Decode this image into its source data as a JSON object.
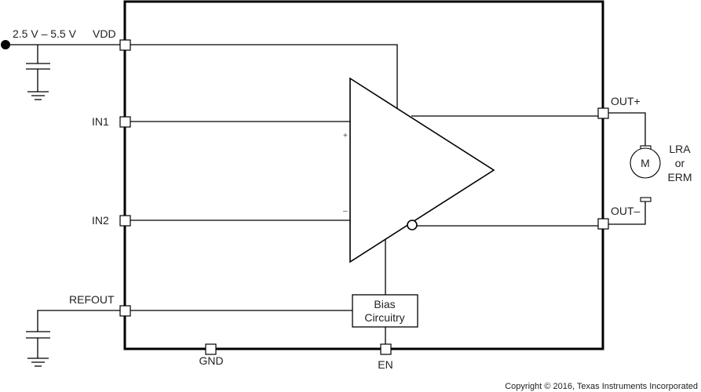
{
  "supply": {
    "voltage_range": "2.5 V – 5.5 V"
  },
  "pins": {
    "vdd": "VDD",
    "in1": "IN1",
    "in2": "IN2",
    "refout": "REFOUT",
    "gnd": "GND",
    "en": "EN",
    "out_plus": "OUT+",
    "out_minus": "OUT–"
  },
  "amplifier": {
    "plus_sign": "+",
    "minus_sign": "–"
  },
  "bias_block": {
    "line1": "Bias",
    "line2": "Circuitry"
  },
  "motor": {
    "symbol": "M",
    "label_line1": "LRA",
    "label_line2": "or",
    "label_line3": "ERM"
  },
  "footer": {
    "copyright": "Copyright © 2016, Texas Instruments Incorporated"
  }
}
